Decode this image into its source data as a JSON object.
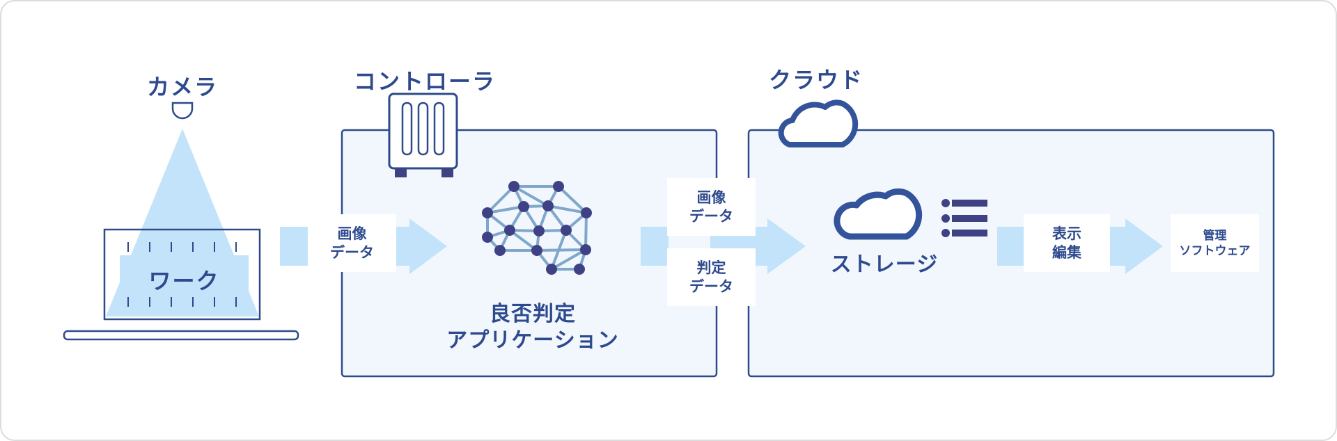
{
  "colors": {
    "primary": "#33539b",
    "frame_stroke": "#2d4a8a",
    "panel_fill": "#f1f7fc",
    "light_blue": "#cde9fb",
    "camera_beam": "#c3e3fb",
    "network_edge": "#7fa7cb",
    "network_node": "#3f4185",
    "label_text": "#2e4a8e"
  },
  "nodes": {
    "camera": {
      "label": "カメラ"
    },
    "work": {
      "label": "ワーク"
    },
    "controller": {
      "label": "コントローラ"
    },
    "application": {
      "label_line1": "良否判定",
      "label_line2": "アプリケーション"
    },
    "cloud": {
      "label": "クラウド"
    },
    "storage": {
      "label": "ストレージ"
    },
    "management": {
      "label_line1": "管理",
      "label_line2": "ソフトウェア"
    }
  },
  "flows": [
    {
      "id": "camera-to-controller",
      "line1": "画像",
      "line2": "データ"
    },
    {
      "id": "controller-to-cloud-image",
      "line1": "画像",
      "line2": "データ"
    },
    {
      "id": "controller-to-cloud-judgement",
      "line1": "判定",
      "line2": "データ"
    },
    {
      "id": "storage-to-management",
      "line1": "表示",
      "line2": "編集"
    }
  ]
}
